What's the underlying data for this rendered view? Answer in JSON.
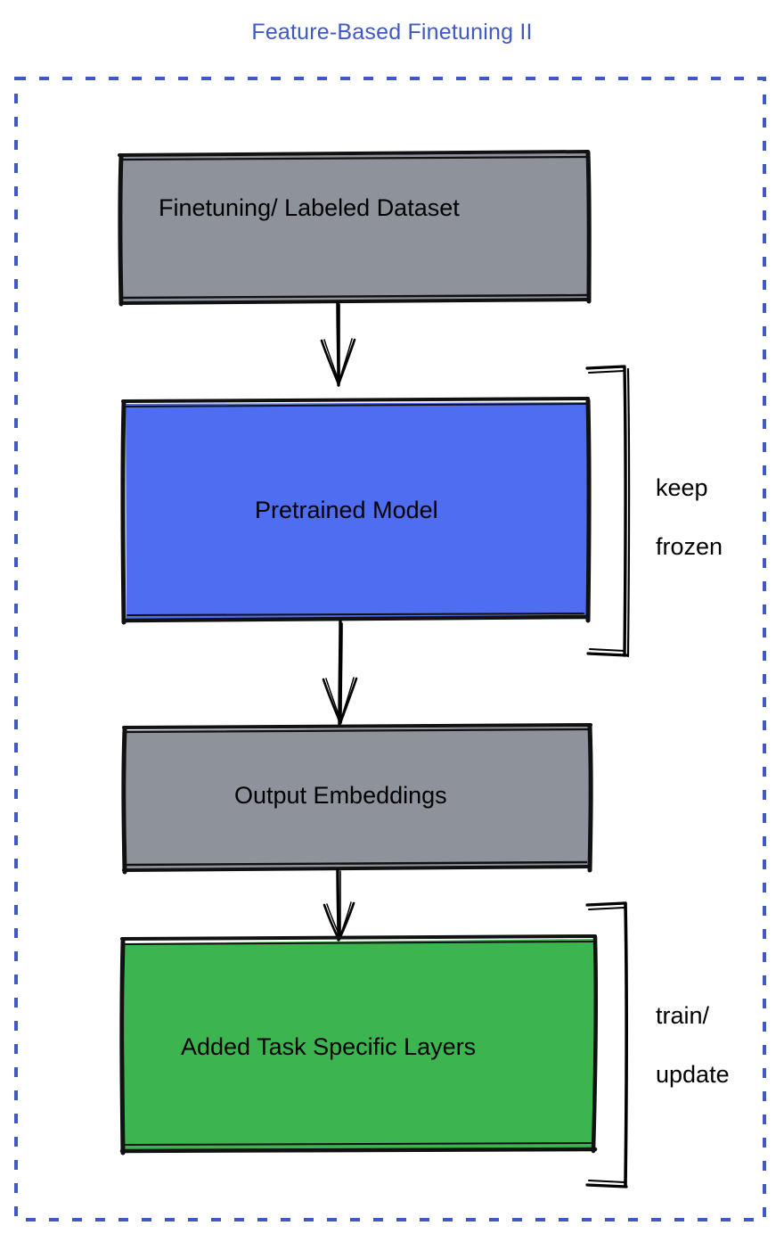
{
  "diagram": {
    "title": "Feature-Based Finetuning II",
    "title_color": "#3f58c4",
    "frame": {
      "style": "dashed",
      "color": "#3f58c4"
    },
    "nodes": [
      {
        "id": "finetuning-dataset",
        "label": "Finetuning/ Labeled Dataset",
        "fill": "#8d929b",
        "stroke": "#000000",
        "text_color": "#000000"
      },
      {
        "id": "pretrained-model",
        "label": "Pretrained Model",
        "fill": "#4f6df0",
        "stroke": "#000000",
        "text_color": "#000000"
      },
      {
        "id": "output-embeddings",
        "label": "Output Embeddings",
        "fill": "#8d929b",
        "stroke": "#000000",
        "text_color": "#000000"
      },
      {
        "id": "task-specific-layers",
        "label": "Added Task Specific Layers",
        "fill": "#3cb44f",
        "stroke": "#000000",
        "text_color": "#000000"
      }
    ],
    "edges": [
      {
        "id": "edge-dataset-to-model",
        "from": "finetuning-dataset",
        "to": "pretrained-model",
        "label": ""
      },
      {
        "id": "edge-model-to-embeddings",
        "from": "pretrained-model",
        "to": "output-embeddings",
        "label": ""
      },
      {
        "id": "edge-embeddings-to-layers",
        "from": "output-embeddings",
        "to": "task-specific-layers",
        "label": ""
      }
    ],
    "annotations": [
      {
        "id": "keep-frozen",
        "label": "keep\nfrozen",
        "line1": "keep",
        "line2": "frozen",
        "targets": "pretrained-model"
      },
      {
        "id": "train-update",
        "label": "train/\nupdate",
        "line1": "train/",
        "line2": "update",
        "targets": "task-specific-layers"
      }
    ]
  }
}
